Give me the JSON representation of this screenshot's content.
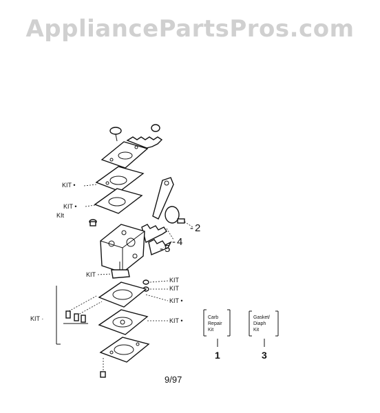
{
  "watermark": "AppliancePartsPros.com",
  "labels": {
    "kit": "KIT",
    "kit_dot": "KIT •",
    "kit_dash": "KIT ·",
    "kit_small": "KIt",
    "ref2": "2",
    "ref4": "4",
    "ref5": "5"
  },
  "legend": {
    "carb": {
      "line1": "Carb",
      "line2": "Repair",
      "line3": "Kit",
      "number": "1"
    },
    "gasket": {
      "line1": "Gasket/",
      "line2": "Diaph",
      "line3": "Kit",
      "number": "3"
    }
  },
  "date": "9/97"
}
